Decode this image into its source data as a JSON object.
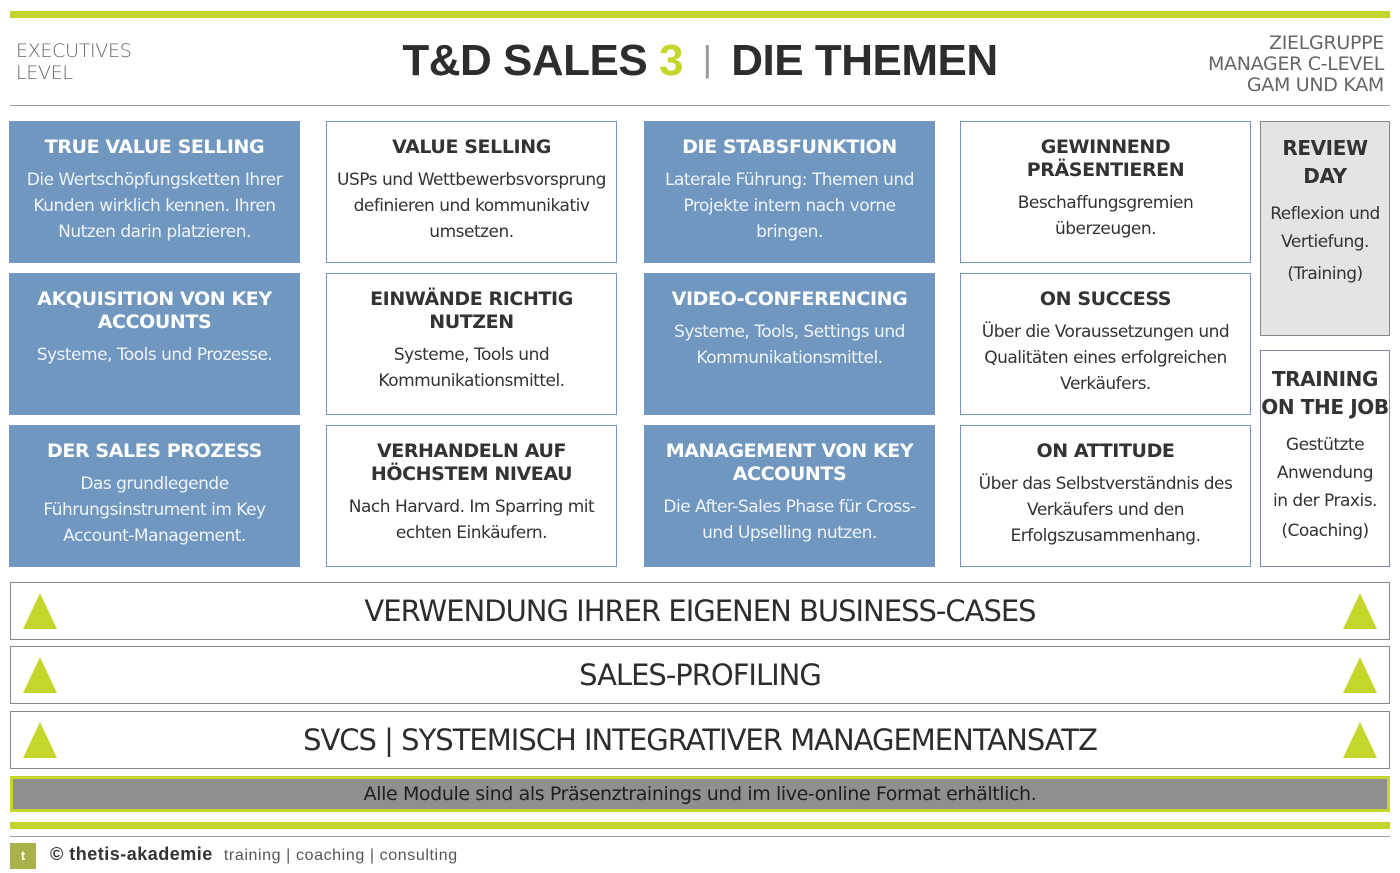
{
  "header": {
    "left": [
      "EXECUTIVES",
      "LEVEL"
    ],
    "title_main": "T&D SALES",
    "title_num": "3",
    "title_sep": "|",
    "title_sub": "DIE THEMEN",
    "right": [
      "ZIELGRUPPE",
      "MANAGER C-LEVEL",
      "GAM UND KAM"
    ]
  },
  "cards": [
    {
      "title": "TRUE VALUE SELLING",
      "desc": "Die Wertschöpfungsketten Ihrer Kunden wirklich kennen. Ihren Nutzen darin platzieren."
    },
    {
      "title": "VALUE SELLING",
      "desc": "USPs und Wettbewerbsvorsprung definieren und kommunikativ umsetzen."
    },
    {
      "title": "DIE STABSFUNKTION",
      "desc": "Laterale Führung: Themen und Projekte intern nach vorne bringen."
    },
    {
      "title": "GEWINNEND PRÄSENTIEREN",
      "desc": "Beschaffungsgremien überzeugen."
    },
    {
      "title": "AKQUISITION VON KEY ACCOUNTS",
      "desc": "Systeme, Tools und Prozesse."
    },
    {
      "title": "EINWÄNDE RICHTIG NUTZEN",
      "desc": "Systeme, Tools und Kommunikationsmittel."
    },
    {
      "title": "VIDEO-CONFERENCING",
      "desc": "Systeme, Tools, Settings und Kommunikationsmittel."
    },
    {
      "title": "ON SUCCESS",
      "desc": "Über die Voraussetzungen und Qualitäten eines erfolgreichen Verkäufers."
    },
    {
      "title": "DER SALES PROZESS",
      "desc": "Das grundlegende Führungsinstrument im Key Account-Management."
    },
    {
      "title": "VERHANDELN AUF HÖCHSTEM NIVEAU",
      "desc": "Nach Harvard. Im Sparring mit echten Einkäufern."
    },
    {
      "title": "MANAGEMENT VON KEY ACCOUNTS",
      "desc": "Die After-Sales Phase für Cross- und Upselling nutzen."
    },
    {
      "title": "ON ATTITUDE",
      "desc": "Über das Selbstverständnis des Verkäufers und den Erfolgszusammenhang."
    }
  ],
  "side": {
    "review": {
      "title": "REVIEW DAY",
      "lines": [
        "Reflexion und",
        "Vertiefung.",
        "(Training)"
      ]
    },
    "otj": {
      "title_lines": [
        "TRAINING",
        "ON THE JOB"
      ],
      "lines": [
        "Gestützte",
        "Anwendung",
        "in der Praxis.",
        "(Coaching)"
      ]
    }
  },
  "bands": [
    "VERWENDUNG IHRER EIGENEN BUSINESS-CASES",
    "SALES-PROFILING",
    "SVCS | SYSTEMISCH INTEGRATIVER MANAGEMENTANSATZ"
  ],
  "note": "Alle Module sind als Präsenztrainings und im live-online Format erhältlich.",
  "footer": {
    "logo_letter": "t",
    "brand": "© thetis-akademie",
    "tagline": "training | coaching | consulting"
  },
  "colors": {
    "accent": "#c5d62b",
    "blue": "#7097bf",
    "side_border": "#7f86b5"
  }
}
